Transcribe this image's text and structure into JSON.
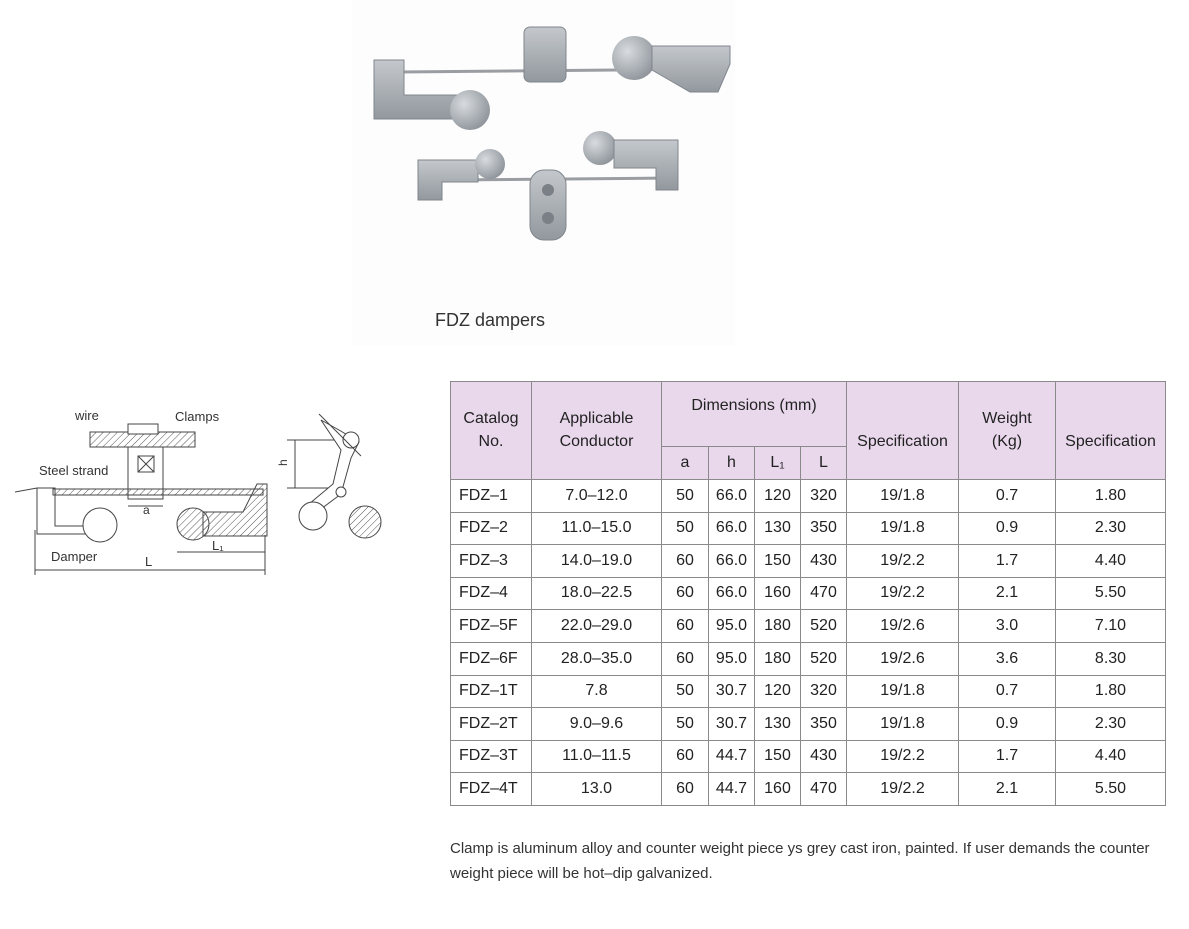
{
  "photo": {
    "caption": "FDZ dampers"
  },
  "drawing": {
    "wire": "wire",
    "clamps": "Clamps",
    "steel_strand": "Steel strand",
    "damper": "Damper",
    "a": "a",
    "l1": "L₁",
    "l": "L",
    "h": "h"
  },
  "table": {
    "headers": {
      "catalog": "Catalog",
      "catalog_no": "No.",
      "applicable": "Applicable",
      "conductor": "Conductor",
      "dimensions": "Dimensions (mm)",
      "a": "a",
      "h": "h",
      "l1": "L₁",
      "l": "L",
      "specification": "Specification",
      "weight": "Weight",
      "weight_unit": "(Kg)",
      "specification2": "Specification"
    },
    "rows": [
      {
        "no": "FDZ–1",
        "conductor": "7.0–12.0",
        "a": "50",
        "h": "66.0",
        "l1": "120",
        "l": "320",
        "spec": "19/1.8",
        "weight": "0.7",
        "spec2": "1.80"
      },
      {
        "no": "FDZ–2",
        "conductor": "11.0–15.0",
        "a": "50",
        "h": "66.0",
        "l1": "130",
        "l": "350",
        "spec": "19/1.8",
        "weight": "0.9",
        "spec2": "2.30"
      },
      {
        "no": "FDZ–3",
        "conductor": "14.0–19.0",
        "a": "60",
        "h": "66.0",
        "l1": "150",
        "l": "430",
        "spec": "19/2.2",
        "weight": "1.7",
        "spec2": "4.40"
      },
      {
        "no": "FDZ–4",
        "conductor": "18.0–22.5",
        "a": "60",
        "h": "66.0",
        "l1": "160",
        "l": "470",
        "spec": "19/2.2",
        "weight": "2.1",
        "spec2": "5.50"
      },
      {
        "no": "FDZ–5F",
        "conductor": "22.0–29.0",
        "a": "60",
        "h": "95.0",
        "l1": "180",
        "l": "520",
        "spec": "19/2.6",
        "weight": "3.0",
        "spec2": "7.10"
      },
      {
        "no": "FDZ–6F",
        "conductor": "28.0–35.0",
        "a": "60",
        "h": "95.0",
        "l1": "180",
        "l": "520",
        "spec": "19/2.6",
        "weight": "3.6",
        "spec2": "8.30"
      },
      {
        "no": "FDZ–1T",
        "conductor": "7.8",
        "a": "50",
        "h": "30.7",
        "l1": "120",
        "l": "320",
        "spec": "19/1.8",
        "weight": "0.7",
        "spec2": "1.80"
      },
      {
        "no": "FDZ–2T",
        "conductor": "9.0–9.6",
        "a": "50",
        "h": "30.7",
        "l1": "130",
        "l": "350",
        "spec": "19/1.8",
        "weight": "0.9",
        "spec2": "2.30"
      },
      {
        "no": "FDZ–3T",
        "conductor": "11.0–11.5",
        "a": "60",
        "h": "44.7",
        "l1": "150",
        "l": "430",
        "spec": "19/2.2",
        "weight": "1.7",
        "spec2": "4.40"
      },
      {
        "no": "FDZ–4T",
        "conductor": "13.0",
        "a": "60",
        "h": "44.7",
        "l1": "160",
        "l": "470",
        "spec": "19/2.2",
        "weight": "2.1",
        "spec2": "5.50"
      }
    ]
  },
  "note": "Clamp is aluminum alloy and counter weight piece ys grey cast iron, painted. If user demands the counter weight piece will be hot–dip galvanized.",
  "colors": {
    "header_bg": "#e9d8ec",
    "border": "#8a8a8a",
    "metal": "#a9aeb4"
  }
}
